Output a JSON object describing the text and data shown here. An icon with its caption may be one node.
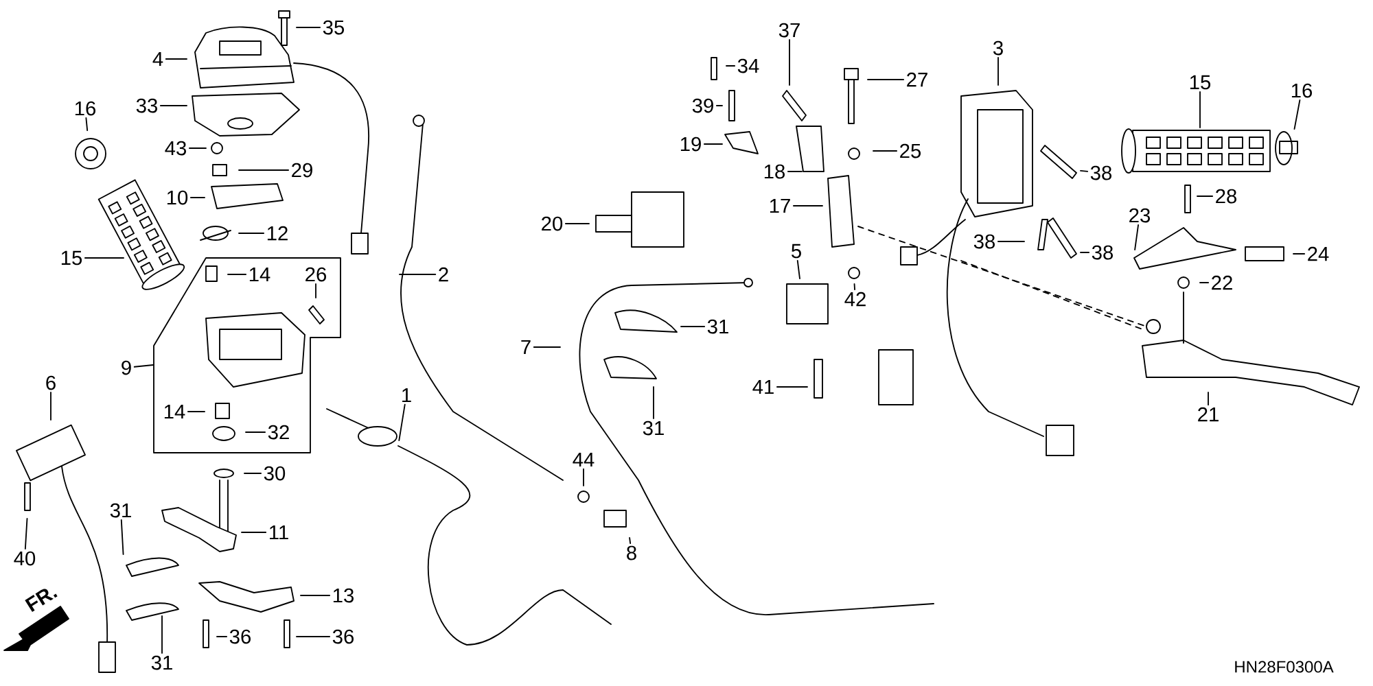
{
  "diagram": {
    "nodes": [
      {
        "text": [
          "1"
        ]
      },
      {
        "text": [
          "2"
        ]
      },
      {
        "text": [
          "3"
        ]
      },
      {
        "text": [
          "4"
        ]
      },
      {
        "text": [
          "5"
        ]
      },
      {
        "text": [
          "6"
        ]
      },
      {
        "text": [
          "7"
        ]
      },
      {
        "text": [
          "8"
        ]
      },
      {
        "text": [
          "9"
        ]
      },
      {
        "text": [
          "10"
        ]
      },
      {
        "text": [
          "11"
        ]
      },
      {
        "text": [
          "12"
        ]
      },
      {
        "text": [
          "13"
        ]
      },
      {
        "text": [
          "14"
        ],
        "in": 53
      },
      {
        "text": [
          "14"
        ],
        "in": 53
      },
      {
        "text": [
          "15"
        ]
      },
      {
        "text": [
          "15"
        ]
      },
      {
        "text": [
          "16"
        ]
      },
      {
        "text": [
          "16"
        ]
      },
      {
        "text": [
          "17"
        ]
      },
      {
        "text": [
          "18"
        ]
      },
      {
        "text": [
          "19"
        ]
      },
      {
        "text": [
          "20"
        ]
      },
      {
        "text": [
          "21"
        ]
      },
      {
        "text": [
          "22"
        ]
      },
      {
        "text": [
          "23"
        ]
      },
      {
        "text": [
          "24"
        ]
      },
      {
        "text": [
          "25"
        ]
      },
      {
        "text": [
          "26"
        ],
        "in": 53
      },
      {
        "text": [
          "27"
        ]
      },
      {
        "text": [
          "28"
        ]
      },
      {
        "text": [
          "29"
        ]
      },
      {
        "text": [
          "30"
        ]
      },
      {
        "text": [
          "31"
        ]
      },
      {
        "text": [
          "31"
        ]
      },
      {
        "text": [
          "31"
        ]
      },
      {
        "text": [
          "31"
        ]
      },
      {
        "text": [
          "32"
        ],
        "in": 53
      },
      {
        "text": [
          "33"
        ]
      },
      {
        "text": [
          "34"
        ]
      },
      {
        "text": [
          "35"
        ]
      },
      {
        "text": [
          "36"
        ]
      },
      {
        "text": [
          "36"
        ]
      },
      {
        "text": [
          "37"
        ]
      },
      {
        "text": [
          "38"
        ]
      },
      {
        "text": [
          "38"
        ]
      },
      {
        "text": [
          "38"
        ]
      },
      {
        "text": [
          "39"
        ]
      },
      {
        "text": [
          "40"
        ]
      },
      {
        "text": [
          "41"
        ]
      },
      {
        "text": [
          "42"
        ]
      },
      {
        "text": [
          "43"
        ]
      },
      {
        "text": [
          "44"
        ]
      },
      {
        "text": [],
        "shape": "bracket"
      }
    ],
    "edges": [
      {
        "from": 0,
        "to": null,
        "arrow": "none"
      },
      {
        "from": 1,
        "to": null,
        "arrow": "none"
      },
      {
        "from": 2,
        "to": null,
        "arrow": "none"
      },
      {
        "from": 3,
        "to": null,
        "arrow": "none"
      },
      {
        "from": 4,
        "to": null,
        "arrow": "none"
      },
      {
        "from": 5,
        "to": null,
        "arrow": "none"
      },
      {
        "from": 6,
        "to": null,
        "arrow": "none"
      },
      {
        "from": 7,
        "to": null,
        "arrow": "none"
      },
      {
        "from": 8,
        "to": 53,
        "arrow": "none"
      },
      {
        "from": 9,
        "to": null,
        "arrow": "none"
      },
      {
        "from": 10,
        "to": null,
        "arrow": "none"
      },
      {
        "from": 11,
        "to": null,
        "arrow": "none"
      },
      {
        "from": 12,
        "to": null,
        "arrow": "none"
      },
      {
        "from": 13,
        "to": null,
        "arrow": "none"
      },
      {
        "from": 14,
        "to": null,
        "arrow": "none"
      },
      {
        "from": 15,
        "to": null,
        "arrow": "none"
      },
      {
        "from": 16,
        "to": null,
        "arrow": "none"
      },
      {
        "from": 17,
        "to": null,
        "arrow": "none"
      },
      {
        "from": 18,
        "to": null,
        "arrow": "none"
      },
      {
        "from": 19,
        "to": null,
        "arrow": "none"
      },
      {
        "from": 20,
        "to": null,
        "arrow": "none"
      },
      {
        "from": 21,
        "to": null,
        "arrow": "none"
      },
      {
        "from": 22,
        "to": null,
        "arrow": "none"
      },
      {
        "from": 23,
        "to": null,
        "arrow": "none"
      },
      {
        "from": 24,
        "to": null,
        "arrow": "none"
      },
      {
        "from": 25,
        "to": null,
        "arrow": "none"
      },
      {
        "from": 26,
        "to": null,
        "arrow": "none"
      },
      {
        "from": 27,
        "to": null,
        "arrow": "none"
      },
      {
        "from": 28,
        "to": null,
        "arrow": "none"
      },
      {
        "from": 29,
        "to": null,
        "arrow": "none"
      },
      {
        "from": 30,
        "to": null,
        "arrow": "none"
      },
      {
        "from": 31,
        "to": null,
        "arrow": "none"
      },
      {
        "from": 32,
        "to": null,
        "arrow": "none"
      },
      {
        "from": 33,
        "to": null,
        "arrow": "none"
      },
      {
        "from": 34,
        "to": null,
        "arrow": "none"
      },
      {
        "from": 35,
        "to": null,
        "arrow": "none"
      },
      {
        "from": 36,
        "to": null,
        "arrow": "none"
      },
      {
        "from": 37,
        "to": null,
        "arrow": "none"
      },
      {
        "from": 38,
        "to": null,
        "arrow": "none"
      },
      {
        "from": 39,
        "to": null,
        "arrow": "none"
      },
      {
        "from": 40,
        "to": null,
        "arrow": "none"
      },
      {
        "from": 41,
        "to": null,
        "arrow": "none"
      },
      {
        "from": 42,
        "to": null,
        "arrow": "none"
      },
      {
        "from": 43,
        "to": null,
        "arrow": "none"
      },
      {
        "from": 44,
        "to": null,
        "arrow": "none"
      },
      {
        "from": 45,
        "to": null,
        "arrow": "none"
      },
      {
        "from": 46,
        "to": null,
        "arrow": "none"
      },
      {
        "from": 47,
        "to": null,
        "arrow": "none"
      },
      {
        "from": 48,
        "to": null,
        "arrow": "none"
      },
      {
        "from": 49,
        "to": null,
        "arrow": "none"
      },
      {
        "from": 50,
        "to": null,
        "arrow": "none"
      },
      {
        "from": 51,
        "to": null,
        "arrow": "none"
      },
      {
        "from": 52,
        "to": null,
        "arrow": "none"
      }
    ],
    "labels": [
      "FR.",
      "HN28F0300A"
    ]
  }
}
